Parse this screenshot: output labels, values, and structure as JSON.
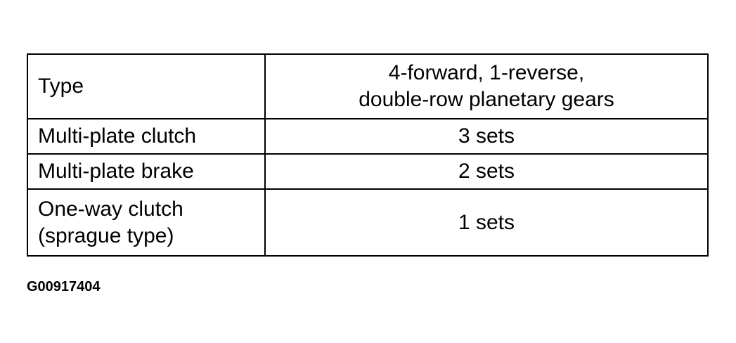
{
  "table": {
    "rows": [
      {
        "label_lines": [
          "Type"
        ],
        "value_lines": [
          "4-forward, 1-reverse,",
          "double-row planetary gears"
        ]
      },
      {
        "label_lines": [
          "Multi-plate clutch"
        ],
        "value_lines": [
          "3 sets"
        ]
      },
      {
        "label_lines": [
          "Multi-plate brake"
        ],
        "value_lines": [
          "2 sets"
        ]
      },
      {
        "label_lines": [
          "One-way clutch",
          "(sprague type)"
        ],
        "value_lines": [
          "1 sets"
        ]
      }
    ]
  },
  "figure_id": "G00917404"
}
